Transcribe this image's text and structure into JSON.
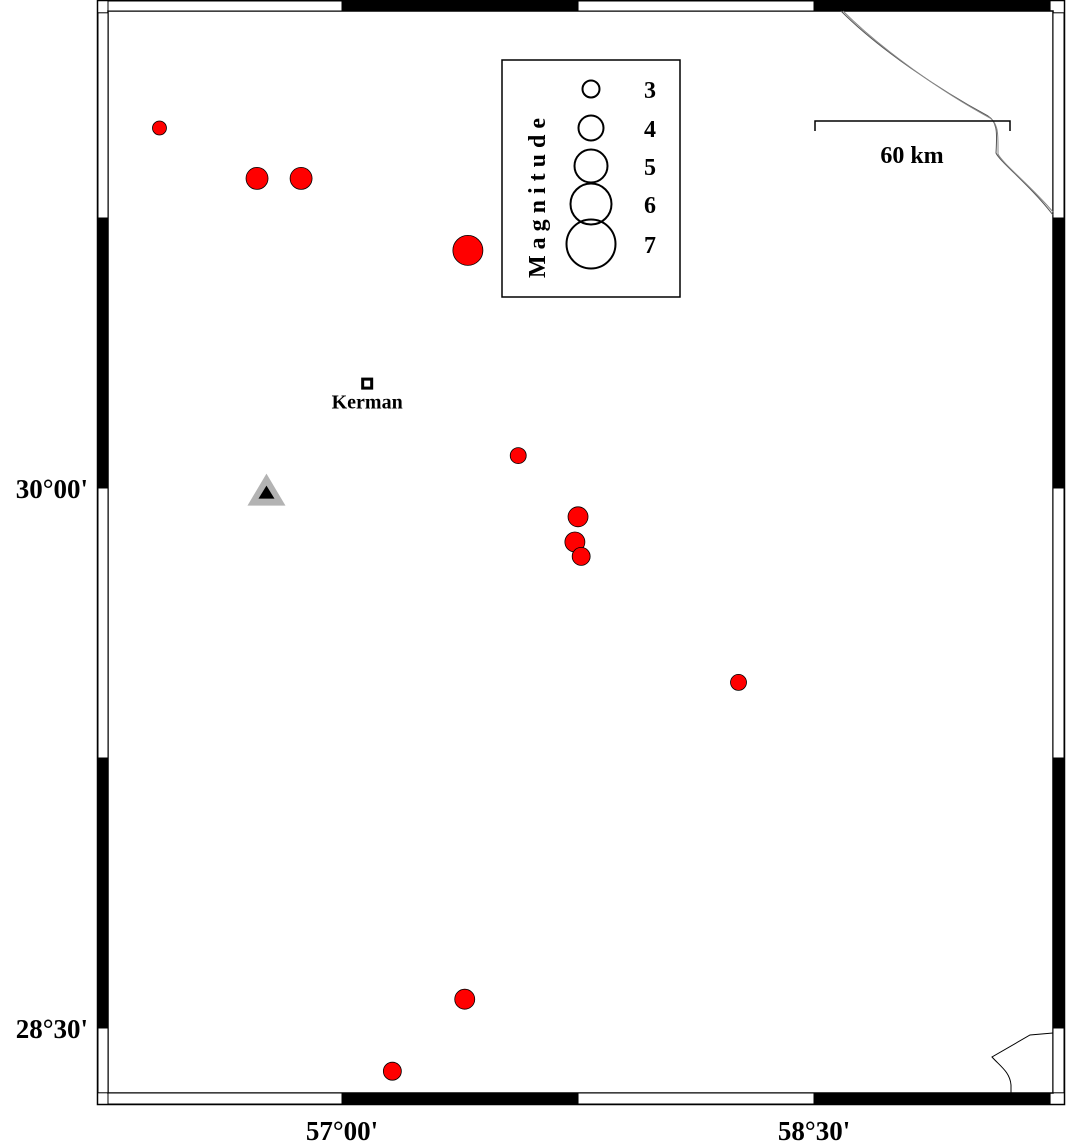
{
  "map": {
    "lon_range": [
      56.25,
      59.25
    ],
    "lat_range": [
      28.32,
      31.32
    ],
    "frame_lon_breaks": [
      56.25,
      57.0,
      57.75,
      58.5,
      59.25
    ],
    "frame_lat_breaks": [
      28.32,
      28.5,
      29.25,
      30.0,
      30.75,
      31.32
    ],
    "x_tick_labels": [
      {
        "lon": 57.0,
        "label": "57°00'"
      },
      {
        "lon": 58.5,
        "label": "58°30'"
      }
    ],
    "y_tick_labels": [
      {
        "lat": 30.0,
        "label": "30°00'"
      },
      {
        "lat": 28.5,
        "label": "28°30'"
      }
    ],
    "event_color": "#ff0000",
    "city": {
      "name": "Kerman",
      "lon": 57.08,
      "lat": 30.29
    },
    "station": {
      "lon": 56.76,
      "lat": 29.99,
      "color_outer": "#b3b3b3",
      "color_inner": "#000000"
    },
    "scale_bar": {
      "label": "60 km"
    },
    "legend": {
      "title": "Magnitude",
      "items": [
        {
          "mag": 3,
          "label": "3"
        },
        {
          "mag": 4,
          "label": "4"
        },
        {
          "mag": 5,
          "label": "5"
        },
        {
          "mag": 6,
          "label": "6"
        },
        {
          "mag": 7,
          "label": "7"
        }
      ]
    },
    "events": [
      {
        "lon": 56.42,
        "lat": 31.0,
        "mag": 2.5
      },
      {
        "lon": 56.73,
        "lat": 30.86,
        "mag": 3.5
      },
      {
        "lon": 56.87,
        "lat": 30.86,
        "mag": 3.5
      },
      {
        "lon": 57.4,
        "lat": 30.66,
        "mag": 4.5
      },
      {
        "lon": 57.56,
        "lat": 30.09,
        "mag": 2.75
      },
      {
        "lon": 57.75,
        "lat": 29.92,
        "mag": 3.25
      },
      {
        "lon": 57.74,
        "lat": 29.85,
        "mag": 3.25
      },
      {
        "lon": 57.76,
        "lat": 29.81,
        "mag": 3.0
      },
      {
        "lon": 58.26,
        "lat": 29.46,
        "mag": 2.75
      },
      {
        "lon": 57.39,
        "lat": 28.58,
        "mag": 3.25
      },
      {
        "lon": 57.16,
        "lat": 28.38,
        "mag": 3.0
      }
    ]
  }
}
